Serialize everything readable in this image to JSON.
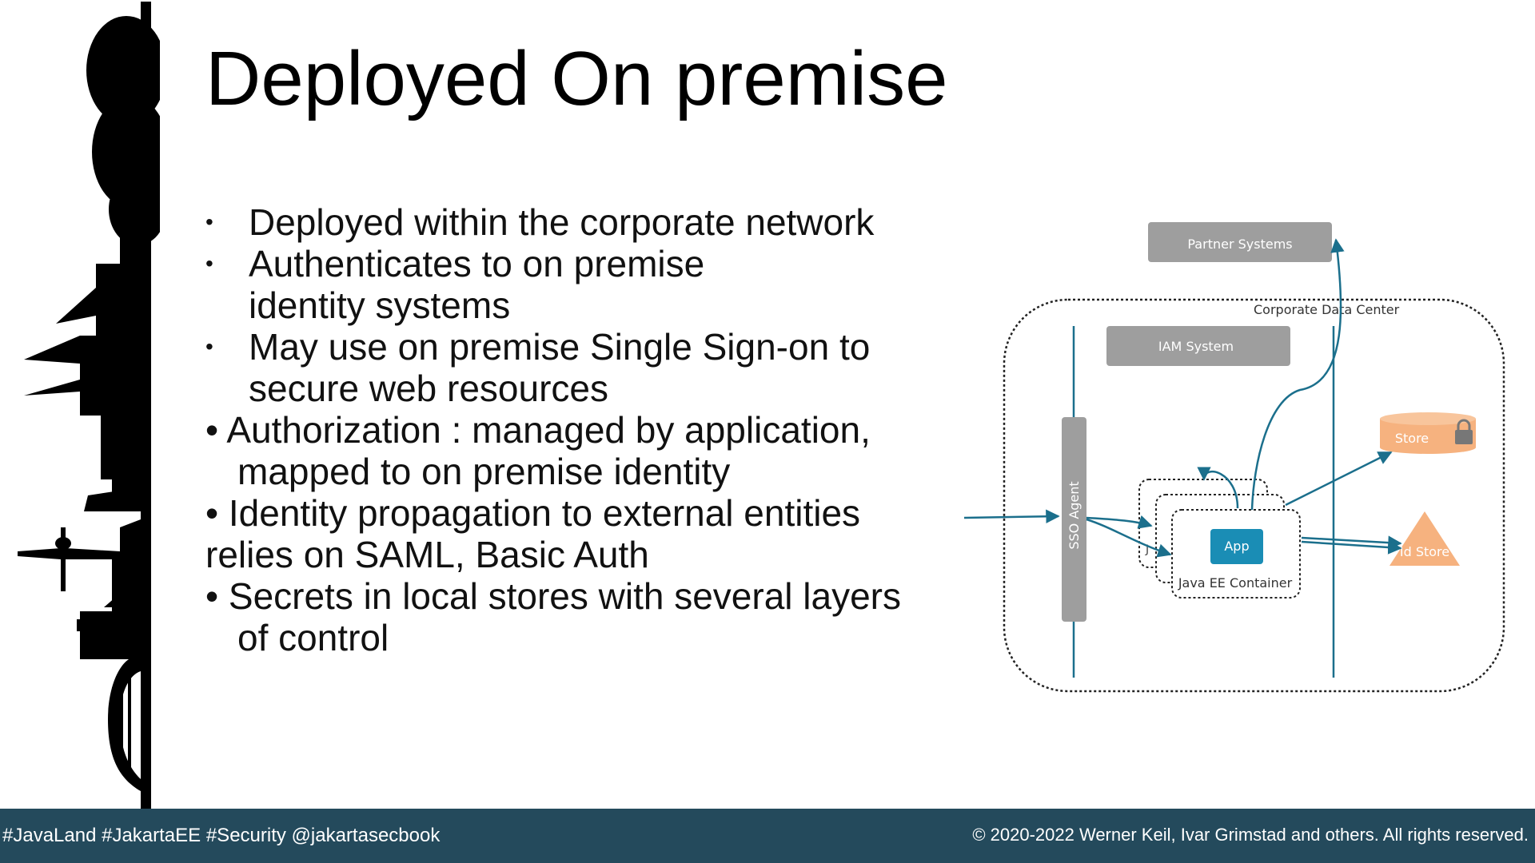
{
  "slide": {
    "title": "Deployed On premise",
    "bullets": [
      {
        "bullet": "•",
        "text": "Deployed within the corporate network"
      },
      {
        "bullet": "•",
        "text": "Authenticates to on premise"
      },
      {
        "bullet": "",
        "text": "identity systems"
      },
      {
        "bullet": "•",
        "text": "May use on premise Single Sign-on to"
      },
      {
        "bullet": "",
        "text": "secure web resources"
      },
      {
        "bullet": "",
        "text": "• Authorization : managed by application,"
      },
      {
        "bullet": "",
        "text": "mapped to on premise identity"
      },
      {
        "bullet": "",
        "text": "• Identity propagation to external entities"
      },
      {
        "bullet": "",
        "text": "relies on SAML, Basic Auth"
      },
      {
        "bullet": "",
        "text": "• Secrets in local stores with several layers"
      },
      {
        "bullet": "",
        "text": "of control"
      }
    ]
  },
  "diagram": {
    "partner_systems": "Partner Systems",
    "corporate_data_center": "Corporate Data Center",
    "iam_system": "IAM System",
    "sso_agent": "SSO Agent",
    "app": "App",
    "container": "Java EE Container",
    "store": "Store",
    "id_store": "Id Store",
    "colors": {
      "gray_box": "#9e9e9e",
      "arrow": "#1b6f8c",
      "app_box": "#1a8db5",
      "store": "#f6b27f"
    }
  },
  "footer": {
    "left": "#JavaLand #JakartaEE #Security @jakartasecbook",
    "right": "© 2020-2022 Werner Keil, Ivar Grimstad and others. All rights reserved."
  }
}
